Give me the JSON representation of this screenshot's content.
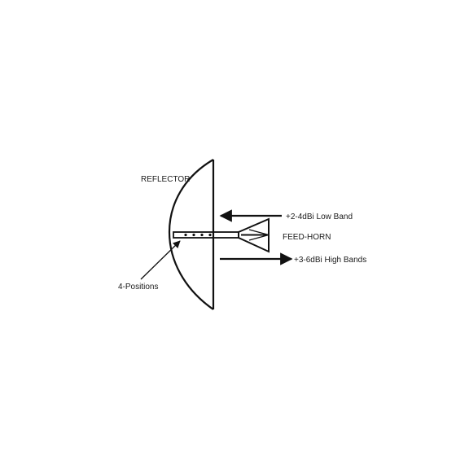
{
  "diagram": {
    "labels": {
      "reflector": "REFLECTOR",
      "low_band": "+2-4dBi Low Band",
      "feed_horn": "FEED-HORN",
      "high_band": "+3-6dBi High Bands",
      "positions": "4-Positions"
    },
    "colors": {
      "ink": "#111111",
      "background": "#ffffff"
    }
  }
}
